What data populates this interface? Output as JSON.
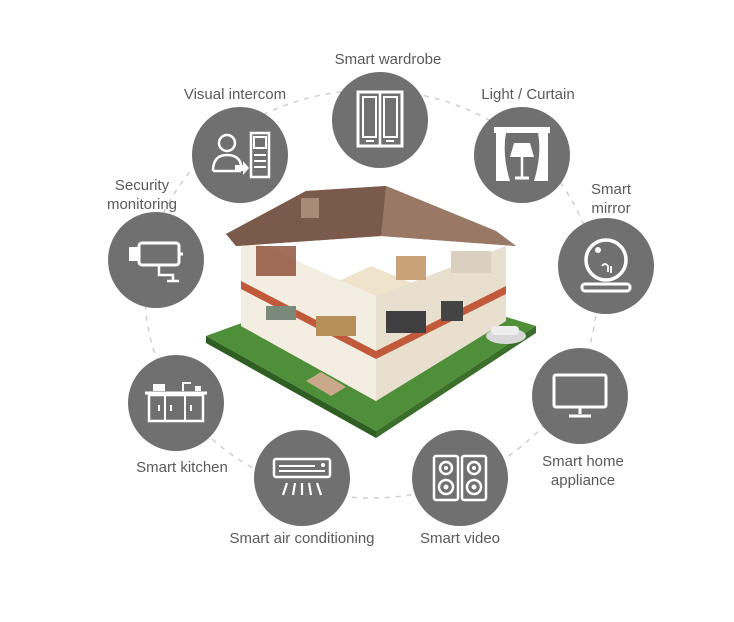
{
  "features": {
    "wardrobe": {
      "label": "Smart wardrobe",
      "icon": "wardrobe-icon"
    },
    "intercom": {
      "label": "Visual intercom",
      "icon": "intercom-icon"
    },
    "light_curtain": {
      "label": "Light / Curtain",
      "icon": "curtain-lamp-icon"
    },
    "security": {
      "label": "Security\nmonitoring",
      "icon": "security-camera-icon"
    },
    "mirror": {
      "label": "Smart\nmirror",
      "icon": "mirror-icon"
    },
    "kitchen": {
      "label": "Smart kitchen",
      "icon": "kitchen-icon"
    },
    "home_appliance": {
      "label": "Smart home\nappliance",
      "icon": "tv-monitor-icon"
    },
    "air_conditioning": {
      "label": "Smart air conditioning",
      "icon": "air-conditioner-icon"
    },
    "video": {
      "label": "Smart video",
      "icon": "speakers-icon"
    }
  },
  "colors": {
    "circle": "#707070",
    "icon": "#ffffff",
    "text": "#5a5a5a",
    "ring": "#cfcfcf",
    "roof": "#8a6a5a",
    "lawn": "#4f8f3a"
  }
}
